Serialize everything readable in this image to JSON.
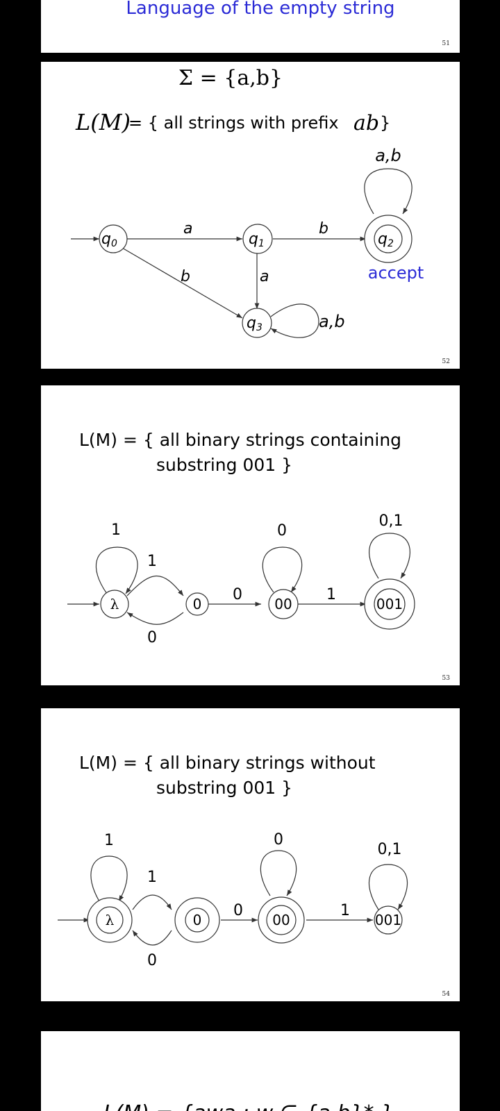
{
  "slide51": {
    "title": "Language of the empty string",
    "page": "51",
    "title_color": "#2b2bd6"
  },
  "slide52": {
    "sigma": "Σ = {a,b}",
    "lang_lhs": "L(M)",
    "lang_mid": "= { all strings with prefix",
    "lang_ab": "ab",
    "lang_close": "}",
    "states": {
      "q0": "q",
      "q0_sub": "0",
      "q1": "q",
      "q1_sub": "1",
      "q2": "q",
      "q2_sub": "2",
      "q3": "q",
      "q3_sub": "3"
    },
    "edges": {
      "q0_q1": "a",
      "q1_q2": "b",
      "q0_q3": "b",
      "q1_q3": "a",
      "q2_loop": "a,b",
      "q3_loop": "a,b"
    },
    "accept": "accept",
    "accept_color": "#2b2bd6",
    "page": "52"
  },
  "slide53": {
    "lang_line1": "L(M) = { all binary strings containing",
    "lang_line2": "substring  001 }",
    "states": {
      "s_lambda": "λ",
      "s_0": "0",
      "s_00": "00",
      "s_001": "001"
    },
    "edges": {
      "lambda_loop": "1",
      "lambda_to_0": "1",
      "zero_to_lambda": "0",
      "zero_to_00": "0",
      "loop_00": "0",
      "to_001": "1",
      "loop_001": "0,1"
    },
    "page": "53"
  },
  "slide54": {
    "lang_line1": "L(M) = { all binary strings without",
    "lang_line2": "substring  001 }",
    "states": {
      "s_lambda": "λ",
      "s_0": "0",
      "s_00": "00",
      "s_001": "001"
    },
    "edges": {
      "lambda_loop": "1",
      "lambda_to_0": "1",
      "zero_to_lambda": "0",
      "zero_to_00": "0",
      "loop_00": "0",
      "to_001": "1",
      "loop_001": "0,1"
    },
    "page": "54"
  },
  "slide55": {
    "formula": "L(M) = {awa : w ∈ {a,b}* }"
  }
}
